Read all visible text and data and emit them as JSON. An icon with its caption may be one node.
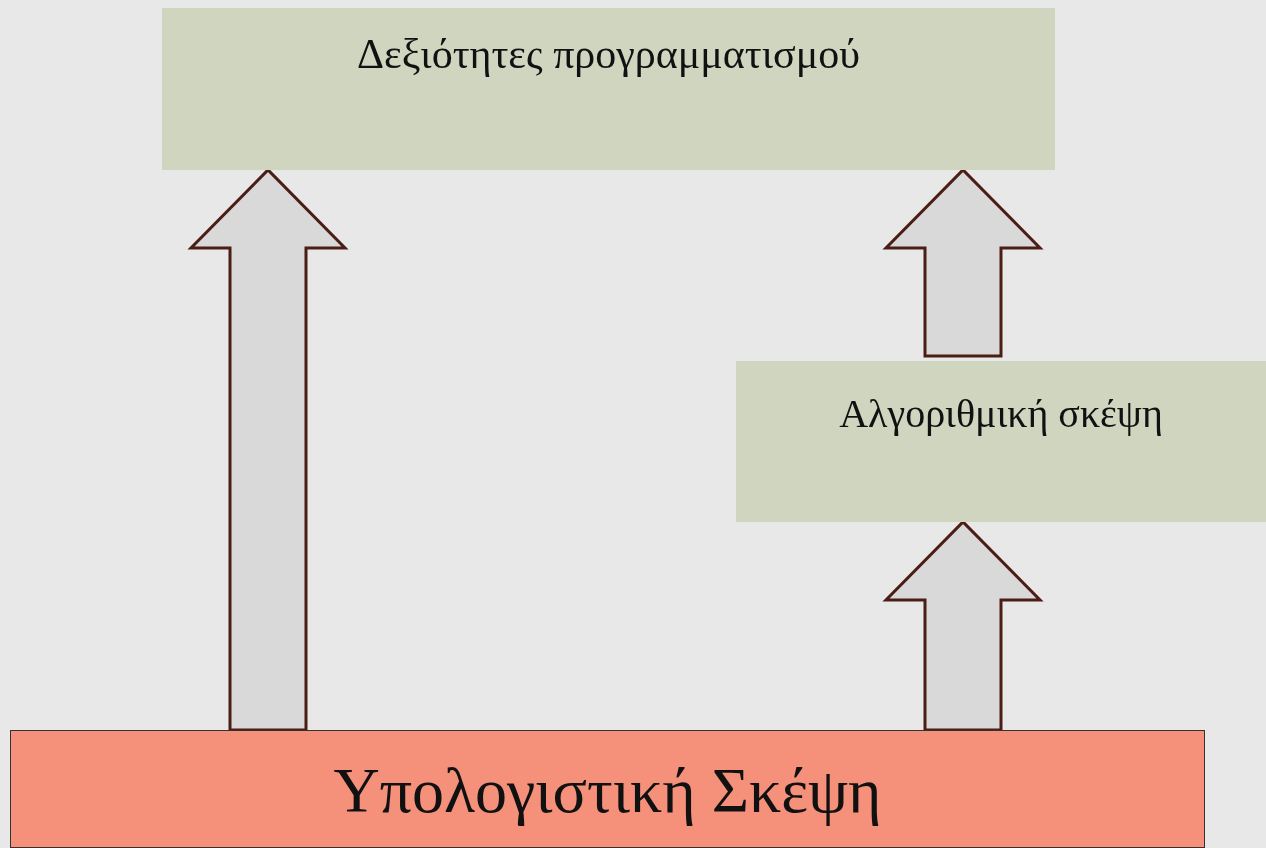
{
  "diagram": {
    "nodes": [
      {
        "text": [
          "Δεξιότητες προγραμματισμού"
        ]
      },
      {
        "text": [
          "Αλγοριθμική σκέψη"
        ]
      },
      {
        "text": [
          "Υπολογιστική Σκέψη"
        ]
      }
    ],
    "edges": [
      {
        "from": 2,
        "to": 0,
        "arrow": "to"
      },
      {
        "from": 1,
        "to": 0,
        "arrow": "to"
      },
      {
        "from": 2,
        "to": 1,
        "arrow": "to"
      }
    ]
  }
}
